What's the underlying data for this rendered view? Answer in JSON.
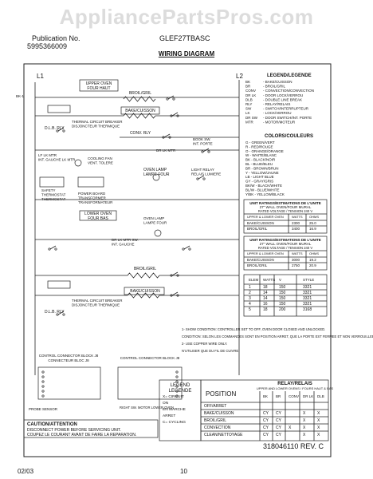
{
  "watermark": "AppliancePartsPros.com",
  "header": {
    "publication_label": "Publication No.",
    "publication_no": "5995366009",
    "model": "GLEF27TBASC",
    "title": "WIRING DIAGRAM"
  },
  "footer": {
    "date": "02/03",
    "page": "10",
    "doc_no": "318046110 REV. C"
  },
  "lines": {
    "l1": "L1",
    "l2": "L2"
  },
  "upper": {
    "oven_label": [
      "UPPER OVEN",
      "FOUR HAUT"
    ],
    "bk1": "BK-1",
    "broil": "BROIL/GRIL",
    "bake": "BAKE/CUISSON",
    "tco": [
      "THERMAL CIRCUIT BREAKER",
      "DISJONCTEUR THERMIQUE"
    ],
    "dlb": "D.L.B. RLY",
    "conv": "CONV. RLY",
    "lf_lock": [
      "LF LK MTR",
      "INT. GAUCHE LK MTR"
    ],
    "cooling_fan": [
      "COOLING FAN",
      "VENT. TOLERE"
    ],
    "safety": [
      "SAFETY",
      "THERMOSTAT",
      "THERMOSTAT"
    ],
    "transformer": [
      "POWER BOARD",
      "TRANSFORMER",
      "TRANSFORMATEUR"
    ],
    "lamp": [
      "OVEN LAMP",
      "LAMPE FOUR"
    ],
    "light_relay": [
      "LIGHT RELAY",
      "RELAIS LUMIERE"
    ],
    "door_sw": [
      "BOOK SW.",
      "INT. PORTE"
    ],
    "dr_lk": "DR LK MTR"
  },
  "lower": {
    "oven_label": [
      "LOWER OVEN",
      "FOUR BAS"
    ],
    "lamp": [
      "OVEN LAMP",
      "LAMPE FOUR"
    ],
    "door_lock": [
      "DR LK MTR SW.",
      "INT. GAUCHE"
    ],
    "broil": "BROIL/GRIL",
    "bake": "BAKE/CUISSON",
    "tco": [
      "THERMAL CIRCUIT BREAKER",
      "DISJONCTEUR THERMIQUE"
    ],
    "dlb": "D.L.B. RLY"
  },
  "legend": {
    "title": "LEGEND/LEGENDE",
    "rows": [
      [
        "BK",
        "BAKE/CUISSON"
      ],
      [
        "BR",
        "BROIL/GRIL"
      ],
      [
        "CONV",
        "CONVECTION/CONVECTION"
      ],
      [
        "DR LK",
        "DOOR LOCK/VERROU"
      ],
      [
        "DLB",
        "DOUBLE LINE BREAK"
      ],
      [
        "RLY",
        "RELAY/RELAIS"
      ],
      [
        "SW",
        "SWITCH/INTERRUPTEUR"
      ],
      [
        "LK",
        "LOCK/VERROU"
      ],
      [
        "DR SW",
        "DOOR SWITCH/INT. PORTE"
      ],
      [
        "MTR",
        "MOTOR/MOTEUR"
      ]
    ]
  },
  "colors": {
    "title": "COLORS/COULEURS",
    "rows": [
      "G - GREEN/VERT",
      "R - RED/ROUGE",
      "O - ORANGE/ORANGE",
      "W - WHITE/BLANC",
      "BK - BLACK/NOIR",
      "BL - BLUE/BLEU",
      "BR - BROWN/BRUN",
      "Y - YELLOW/JAUNE",
      "LB - LIGHT BLUE",
      "GY - GRAY/GRIS",
      "BK/W - BLACK/WHITE",
      "BL/W - BLUE/WHITE",
      "Y/BK - YELLOW/BLACK"
    ]
  },
  "ratings": {
    "title1": "UNIT RATINGS/ESTIMATIONS DE L'UNITE",
    "sub1": "27\" WALL OVEN/FOUR MURAL",
    "rated1": "RATED VOLTAGE / TENSION 240 V",
    "hdr": [
      "UPPER & LOWER OVEN",
      "WATTS",
      "OHMS"
    ],
    "rows1": [
      [
        "BAKE/CUISSON",
        "2300",
        "25.0"
      ],
      [
        "BROIL/GRIL",
        "3400",
        "16.9"
      ]
    ],
    "title2": "UNIT RATINGS/ESTIMATIONS DE L'UNITE",
    "sub2": "27\" WALL OVEN/FOUR MURAL",
    "rated2": "RATED VOLTAGE / TENSION 240 V",
    "rows2": [
      [
        "BAKE/CUISSON",
        "3000",
        "19.2"
      ],
      [
        "BROIL/GRIL",
        "2750",
        "20.9"
      ]
    ]
  },
  "elements": {
    "hdr": [
      "ELEM",
      "WATTS",
      "V",
      "STYLE"
    ],
    "rows": [
      [
        "1",
        "18",
        "150",
        "3321"
      ],
      [
        "2",
        "14",
        "150",
        "3321"
      ],
      [
        "3",
        "14",
        "150",
        "3321"
      ],
      [
        "4",
        "16",
        "150",
        "3321"
      ],
      [
        "5",
        "18",
        "200",
        "3168"
      ]
    ]
  },
  "notes": [
    "1- SHOW CONDITION: CONTROLLER SET TO OFF, OVEN DOOR CLOSED AND UNLOCKED.",
    "   CONDITION: SELON LES COMMANDES SONT EN POSITION ARRET, QUE LA PORTE EST FERMEE ET NON VERROUILLEE.",
    "2- USE COPPER WIRE ONLY.",
    "   N'UTILISER QUE DU FIL DE CUIVRE."
  ],
  "control": {
    "left": "CONTROL CONNECTOR BLOCK J8",
    "left_fr": "CONNECTEUR BLOC J8",
    "right": "CONTROL CONNECTOR BLOCK J8",
    "probe": "PROBE SENSOR",
    "note": "RIGHT SW. MOTOR LOWER OVEN"
  },
  "caution": {
    "title": "CAUTION/ATTENTION",
    "en": "DISCONNECT POWER BEFORE SERVICING UNIT.",
    "fr": "COUPEZ LE COURANT AVANT DE FAIRE LA REPARATION."
  },
  "pos_legend": {
    "title": [
      "LEGEND",
      "LEGENDE"
    ],
    "rows": [
      "X= CIRCUIT",
      "ON",
      "EN MARCHE",
      "ARRET",
      "C= CYCLING"
    ]
  },
  "relay_table": {
    "title": "RELAY/RELAIS",
    "sub": "UPPER AND LOWER OVENS / FOURS HAUT & BAS",
    "cols": [
      "POSITION",
      "BK",
      "BR",
      "CONV",
      "DR LK",
      "DLB"
    ],
    "rows": [
      [
        "OFF/ARRET",
        "",
        "",
        "",
        "",
        ""
      ],
      [
        "BAKE/CUISSON",
        "CY",
        "CY",
        "",
        "X",
        "X"
      ],
      [
        "BROIL/GRIL",
        "CY",
        "CY",
        "",
        "X",
        "X"
      ],
      [
        "CONVECTION",
        "CY",
        "CY",
        "X",
        "X",
        "X"
      ],
      [
        "CLEAN/NETTOYAGE",
        "CY",
        "CY",
        "",
        "X",
        "X"
      ]
    ]
  }
}
